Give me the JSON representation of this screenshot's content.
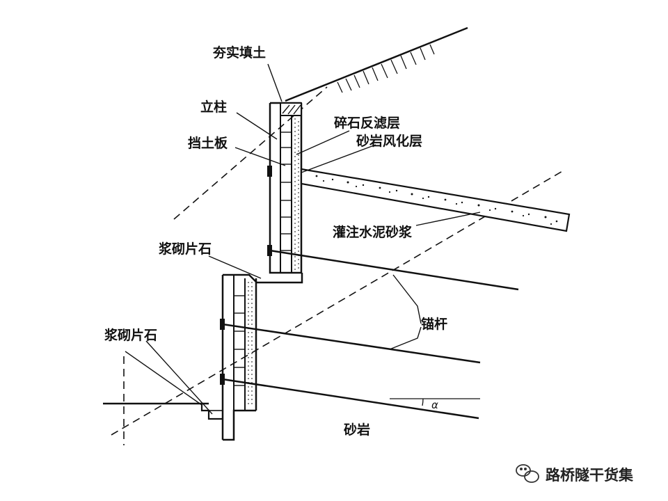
{
  "labels": {
    "compacted_fill": "夯实填土",
    "column": "立柱",
    "gravel_filter": "碎石反滤层",
    "retaining_plate": "挡土板",
    "sandstone_weathered": "砂岩风化层",
    "grout": "灌注水泥砂浆",
    "mortar_rubble_upper": "浆砌片石",
    "anchor_rod": "锚杆",
    "mortar_rubble_lower": "浆砌片石",
    "sandstone": "砂岩",
    "angle_alpha": "α"
  },
  "watermark": {
    "text": "路桥隧干货集",
    "icon": "wechat-icon"
  },
  "colors": {
    "ink": "#111111",
    "background": "#ffffff"
  }
}
